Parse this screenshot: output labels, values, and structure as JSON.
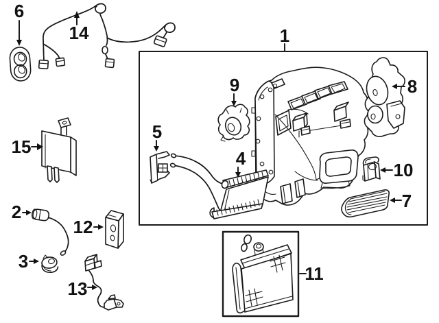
{
  "colors": {
    "ink": "#1a1a1a",
    "background": "#ffffff"
  },
  "callouts": {
    "c1": "1",
    "c2": "2",
    "c3": "3",
    "c4": "4",
    "c5": "5",
    "c6": "6",
    "c7": "7",
    "c8": "8",
    "c9": "9",
    "c10": "10",
    "c11": "11",
    "c12": "12",
    "c13": "13",
    "c14": "14",
    "c15": "15"
  }
}
